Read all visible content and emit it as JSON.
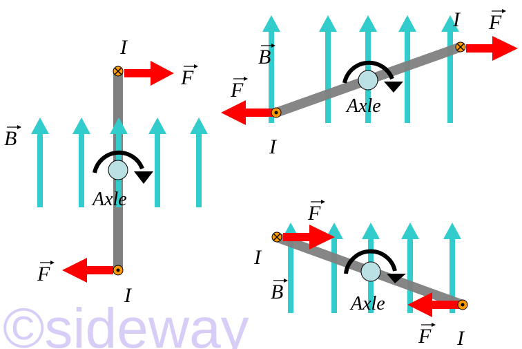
{
  "labels": {
    "current": "I",
    "force": "F",
    "field": "B",
    "axle": "Axle"
  },
  "watermark": "©sideway",
  "colors": {
    "field_arrow": "#33CCCC",
    "force_arrow": "#FF0000",
    "rod": "#808080",
    "axle": "#BBE0E3",
    "terminal": "#FF9900"
  }
}
